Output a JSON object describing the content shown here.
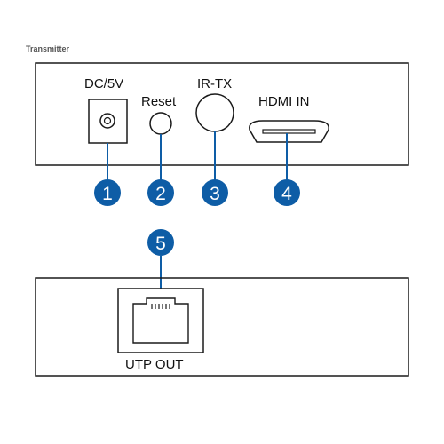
{
  "title": "Transmitter",
  "colors": {
    "panel_stroke": "#1a1a1a",
    "callout_fill": "#0e5da6",
    "callout_line": "#0e5da6"
  },
  "ports": [
    {
      "id": "dc",
      "label": "DC/5V",
      "number": "1"
    },
    {
      "id": "reset",
      "label": "Reset",
      "number": "2"
    },
    {
      "id": "ir",
      "label": "IR-TX",
      "number": "3"
    },
    {
      "id": "hdmi",
      "label": "HDMI IN",
      "number": "4"
    },
    {
      "id": "utp",
      "label": "UTP OUT",
      "number": "5"
    }
  ]
}
